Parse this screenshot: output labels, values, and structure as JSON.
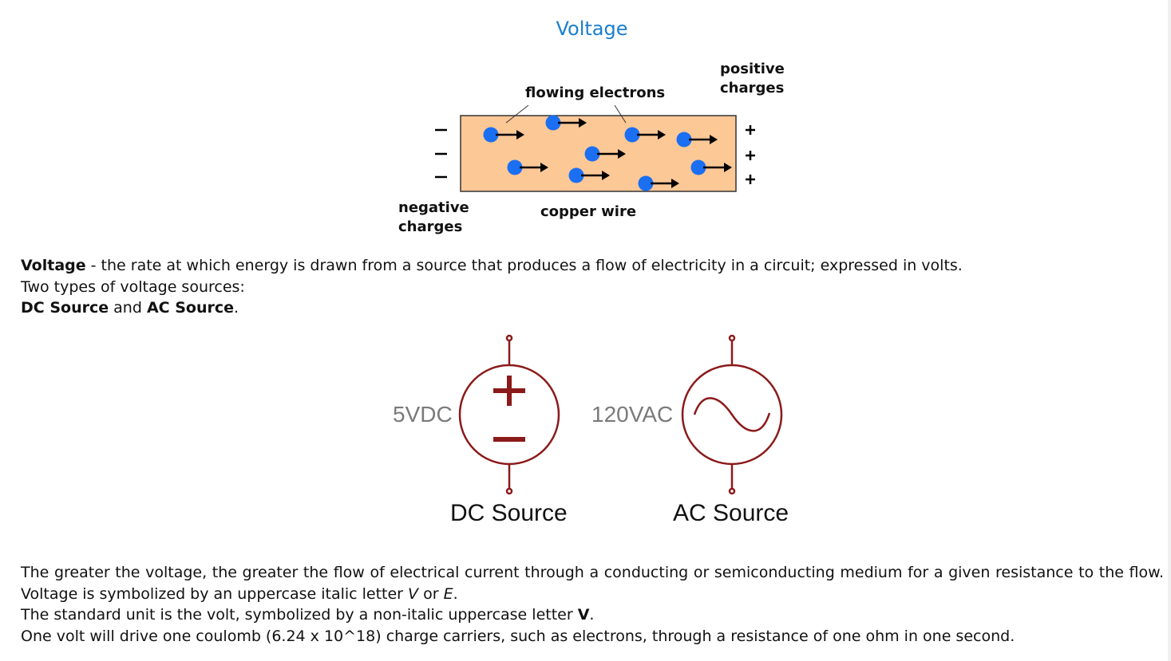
{
  "page": {
    "title": "Voltage"
  },
  "wire_diagram": {
    "label_flowing": "flowing electrons",
    "label_positive_1": "positive",
    "label_positive_2": "charges",
    "label_negative_1": "negative",
    "label_negative_2": "charges",
    "label_wire": "copper wire",
    "wire_color": "#fcc896",
    "electron_color": "#1a6ff2",
    "minus_sign": "−",
    "plus_sign": "+"
  },
  "definition": {
    "term": "Voltage",
    "text": " - the rate at which energy is drawn from a source that produces a flow of electricity in a circuit; expressed in volts.",
    "types_intro": "Two types of voltage sources:",
    "dc": "DC Source",
    "and": " and ",
    "ac": "AC Source",
    "period": "."
  },
  "sources_diagram": {
    "dc_value": "5VDC",
    "ac_value": "120VAC",
    "dc_name": "DC Source",
    "ac_name": "AC Source",
    "symbol_color": "#8b1a1a"
  },
  "body": {
    "p1_a": "The greater the voltage, the greater the flow of electrical current through a conducting or semiconducting medium for a given resistance to the flow. Voltage is symbolized by an uppercase italic letter ",
    "p1_v": "V",
    "p1_or": " or ",
    "p1_e": "E",
    "p1_end": ".",
    "p2_a": "The standard unit is the volt, symbolized by a non-italic uppercase letter ",
    "p2_v": "V",
    "p2_end": ".",
    "p3": "One volt will drive one coulomb (6.24 x 10^18) charge carriers, such as electrons, through a resistance of one ohm in one second."
  }
}
